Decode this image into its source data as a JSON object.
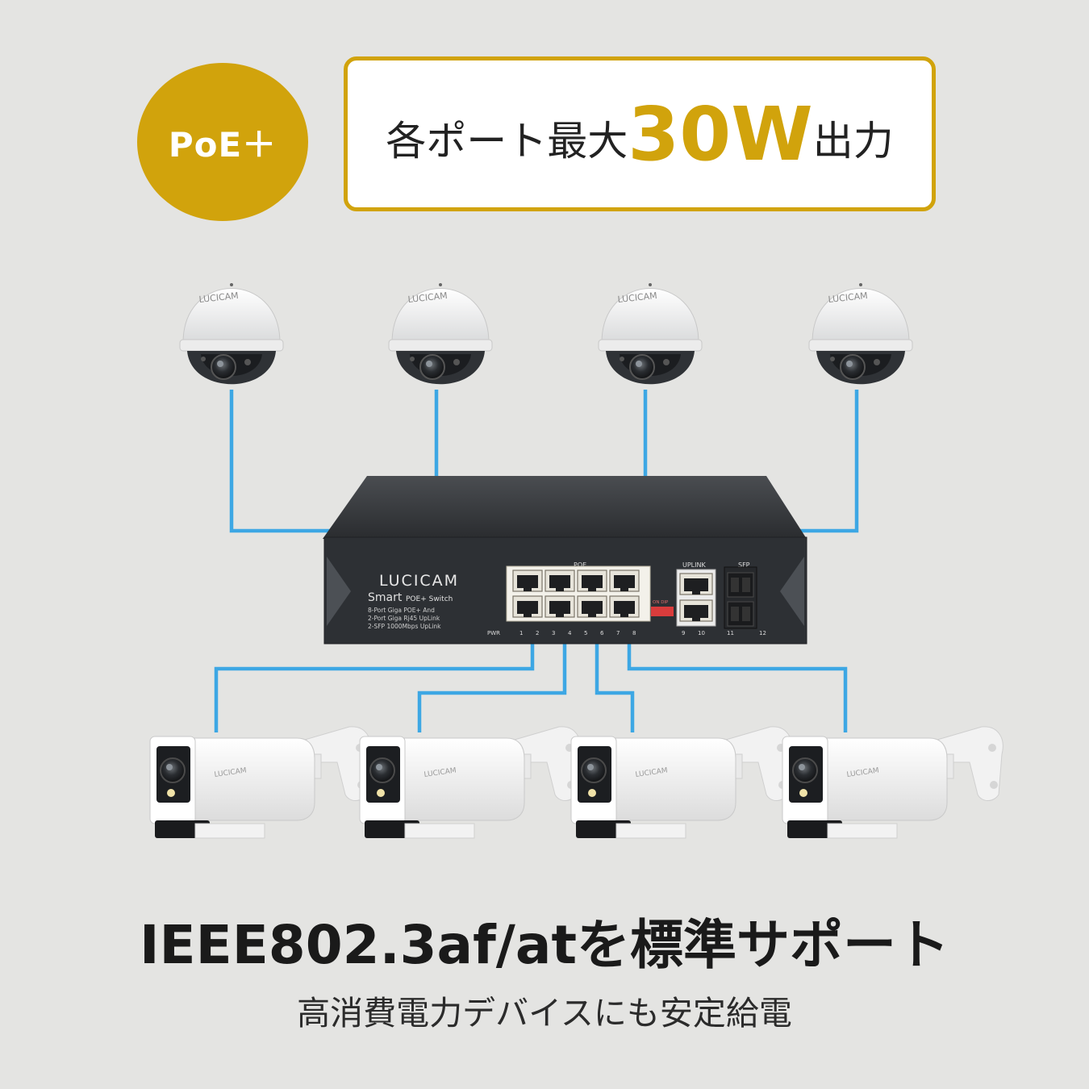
{
  "badge": {
    "label": "PoE＋"
  },
  "headline": {
    "prefix": "各ポート最大",
    "number": "30W",
    "suffix": "出力"
  },
  "switch_device": {
    "brand": "LUCICAM",
    "model_smart": "Smart",
    "model_poe": "POE+ Switch",
    "spec_lines": [
      "8-Port Giga POE+ And",
      "2-Port Giga Rj45 UpLink",
      "2-SFP 1000Mbps UpLink"
    ],
    "label_poe": "POE",
    "label_uplink": "UPLINK",
    "label_sfp": "SFP",
    "label_pwr": "PWR",
    "label_dip": "ON DIP",
    "port_numbers": [
      "1",
      "2",
      "3",
      "4",
      "5",
      "6",
      "7",
      "8",
      "9",
      "10",
      "11",
      "12"
    ]
  },
  "dome_cameras": [
    {
      "brand": "LUCICAM"
    },
    {
      "brand": "LUCICAM"
    },
    {
      "brand": "LUCICAM"
    },
    {
      "brand": "LUCICAM"
    }
  ],
  "bullet_cameras": [
    {
      "brand": "LUCICAM"
    },
    {
      "brand": "LUCICAM"
    },
    {
      "brand": "LUCICAM"
    },
    {
      "brand": "LUCICAM"
    }
  ],
  "colors": {
    "gold": "#d1a30c",
    "cable": "#3da7e4",
    "switch_body": "#2c2f33",
    "background": "#e4e4e2"
  },
  "footer": {
    "title": "IEEE802.3af/atを標準サポート",
    "subtitle": "高消費電力デバイスにも安定給電"
  }
}
